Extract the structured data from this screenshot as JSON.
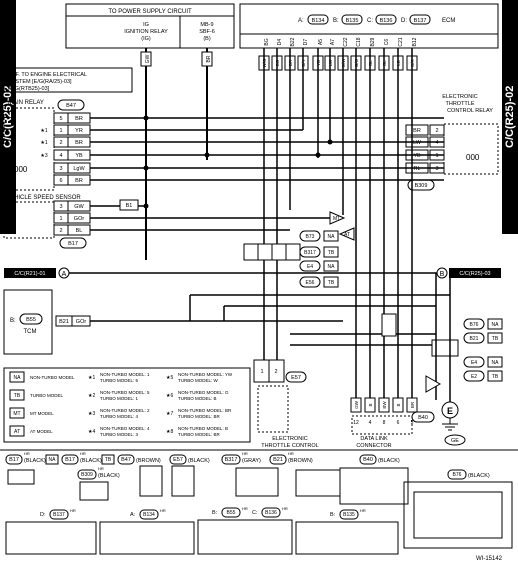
{
  "sidebar": {
    "left": "C/C(R25)-02",
    "right": "C/C(R25)-02"
  },
  "power_box": {
    "title": "TO POWER SUPPLY CIRCUIT",
    "ig_relay": [
      "IG",
      "IGNITION RELAY",
      "(IG)"
    ],
    "mb": [
      "MB-9",
      "SBF-6",
      "(B)"
    ]
  },
  "ref_note": [
    "REF. TO ENGINE ELECTRICAL",
    "SYSTEM [E/G(RA/25)-03]",
    "[E/G(RTB25)-03]"
  ],
  "ecm": {
    "label": "ECM",
    "connectors": [
      "A:",
      "B134",
      "B:",
      "B135",
      "C:",
      "B136",
      "D:",
      "B137"
    ],
    "pins": [
      "BG",
      "D4",
      "B22",
      "D7",
      "A5",
      "A7",
      "C22",
      "C18",
      "B29",
      "C6",
      "C21",
      "B12"
    ],
    "wires": [
      "W/G",
      "BG",
      "BR",
      "B/Y",
      "YB",
      "LW",
      "G/W",
      "G/O",
      "BL",
      "BL",
      "LB",
      "B/R"
    ]
  },
  "main_relay": {
    "title": "MAIN RELAY",
    "connector": "B47",
    "wires": [
      "BR",
      "YR",
      "BR",
      "YB",
      "LgW",
      "BR"
    ],
    "pins": [
      "5",
      "1",
      "2",
      "4",
      "3",
      "6"
    ],
    "marks": [
      "★1",
      "★1",
      "★3"
    ]
  },
  "etc_relay": {
    "title": [
      "ELECTRONIC",
      "THROTTLE",
      "CONTROL RELAY"
    ],
    "connector": "B309",
    "wires": [
      "BR",
      "LW",
      "YB",
      "RL"
    ],
    "pins": [
      "2",
      "4",
      "1",
      "3"
    ]
  },
  "vss": {
    "title": "VEHICLE SPEED SENSOR",
    "connector": "B17",
    "wires": [
      "GW",
      "GOr",
      "BL"
    ],
    "pins": [
      "3",
      "1",
      "2"
    ],
    "joint": "B1"
  },
  "gnd_conn": {
    "items": [
      "B73",
      "NA",
      "B317",
      "TB",
      "E4",
      "NA",
      "E56",
      "TB"
    ]
  },
  "marks": {
    "mt": "MT",
    "at": "AT"
  },
  "cc": {
    "left": "C/C(R21)-01",
    "left_letter": "A",
    "right": "C/C(R25)-03",
    "right_letter": "B"
  },
  "tcm": {
    "label": "B:",
    "conn": "B55",
    "name": "TCM",
    "pin": "B21",
    "wire": "GOr"
  },
  "etc_body": {
    "conn": "E57",
    "label": [
      "ELECTRONIC",
      "THROTTLE CONTROL"
    ],
    "wires": [
      "1",
      "2"
    ]
  },
  "dlc": {
    "conn": "B40",
    "label": [
      "DATA LINK",
      "CONNECTOR"
    ],
    "wires": [
      "GW",
      "B",
      "BW",
      "B",
      "BR"
    ],
    "pins": [
      "12",
      "4",
      "8",
      "6",
      "5"
    ]
  },
  "right_refs": {
    "items": [
      "B76",
      "NA",
      "B21",
      "TB",
      "E4",
      "NA",
      "E2",
      "TB"
    ]
  },
  "ground": {
    "label": "E",
    "gnd": "GE"
  },
  "legend": {
    "left": [
      [
        "NA",
        "NON-TURBO MODEL"
      ],
      [
        "TB",
        "TURBO MODEL"
      ],
      [
        "MT",
        "MT MODEL"
      ],
      [
        "AT",
        "AT MODEL"
      ]
    ],
    "mid": [
      [
        "★1",
        "NON-TURBO MODEL: 1",
        "TURBO MODEL: 5"
      ],
      [
        "★2",
        "NON-TURBO MODEL: 5",
        "TURBO MODEL: 1"
      ],
      [
        "★3",
        "NON-TURBO MODEL: 2",
        "TURBO MODEL: 4"
      ],
      [
        "★4",
        "NON-TURBO MODEL: 4",
        "TURBO MODEL: 3"
      ]
    ],
    "right": [
      [
        "★5",
        "NON-TURBO MODEL: YW",
        "TURBO MODEL: W"
      ],
      [
        "★6",
        "NON-TURBO MODEL: G",
        "TURBO MODEL: B"
      ],
      [
        "★7",
        "NON-TURBO MODEL: BR",
        "TURBO MODEL: BR"
      ],
      [
        "★8",
        "NON-TURBO MODEL: B",
        "TURBO MODEL: BR"
      ]
    ]
  },
  "conn_row1": [
    "B17",
    "HR",
    "(BLACK)",
    "NA",
    "B17",
    "HR",
    "(BLACK)",
    "TB",
    "B47",
    "(BROWN)",
    "E57",
    "(BLACK)",
    "B317",
    "HR",
    "(GRAY)",
    "B21",
    "HR",
    "(BROWN)",
    "B40",
    "(BLACK)"
  ],
  "conn_b309": [
    "B309",
    "HR",
    "(BLACK)"
  ],
  "conn_b76": [
    "B76",
    "(BLACK)"
  ],
  "conn_bottom": [
    "D:",
    "B137",
    "HR",
    "A:",
    "B134",
    "HR",
    "B:",
    "B55",
    "HR",
    "C:",
    "B136",
    "HR",
    "B:",
    "B135",
    "HR"
  ],
  "figure_id": "WI-15142"
}
